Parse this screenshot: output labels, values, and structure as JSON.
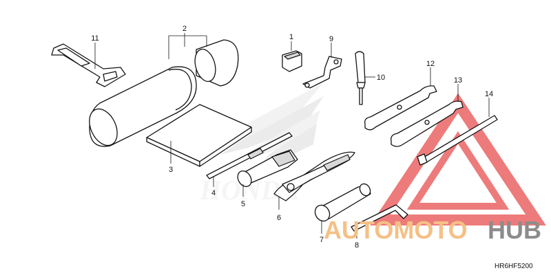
{
  "watermark": {
    "brand_left": "AUTOMOTO",
    "brand_right": "HUB",
    "color_orange": "#f5c086",
    "color_gray": "#8c8c8c",
    "triangle_color": "#e85a5a"
  },
  "background_logo": {
    "text": "HONDA",
    "color": "#e6e6e6"
  },
  "diagram_code": "HR6HF5200",
  "parts": [
    {
      "number": "1",
      "name": "bit"
    },
    {
      "number": "2",
      "name": "tool bag case"
    },
    {
      "number": "3",
      "name": "owner manual"
    },
    {
      "number": "4",
      "name": "screwdriver"
    },
    {
      "number": "5",
      "name": "screwdriver grip"
    },
    {
      "number": "6",
      "name": "pliers"
    },
    {
      "number": "7",
      "name": "box spanner"
    },
    {
      "number": "8",
      "name": "hex wrench"
    },
    {
      "number": "9",
      "name": "bracket"
    },
    {
      "number": "10",
      "name": "spark plug tool"
    },
    {
      "number": "11",
      "name": "rubber band"
    },
    {
      "number": "12",
      "name": "open-end wrench 1"
    },
    {
      "number": "13",
      "name": "open-end wrench 2"
    },
    {
      "number": "14",
      "name": "extension bar"
    }
  ]
}
